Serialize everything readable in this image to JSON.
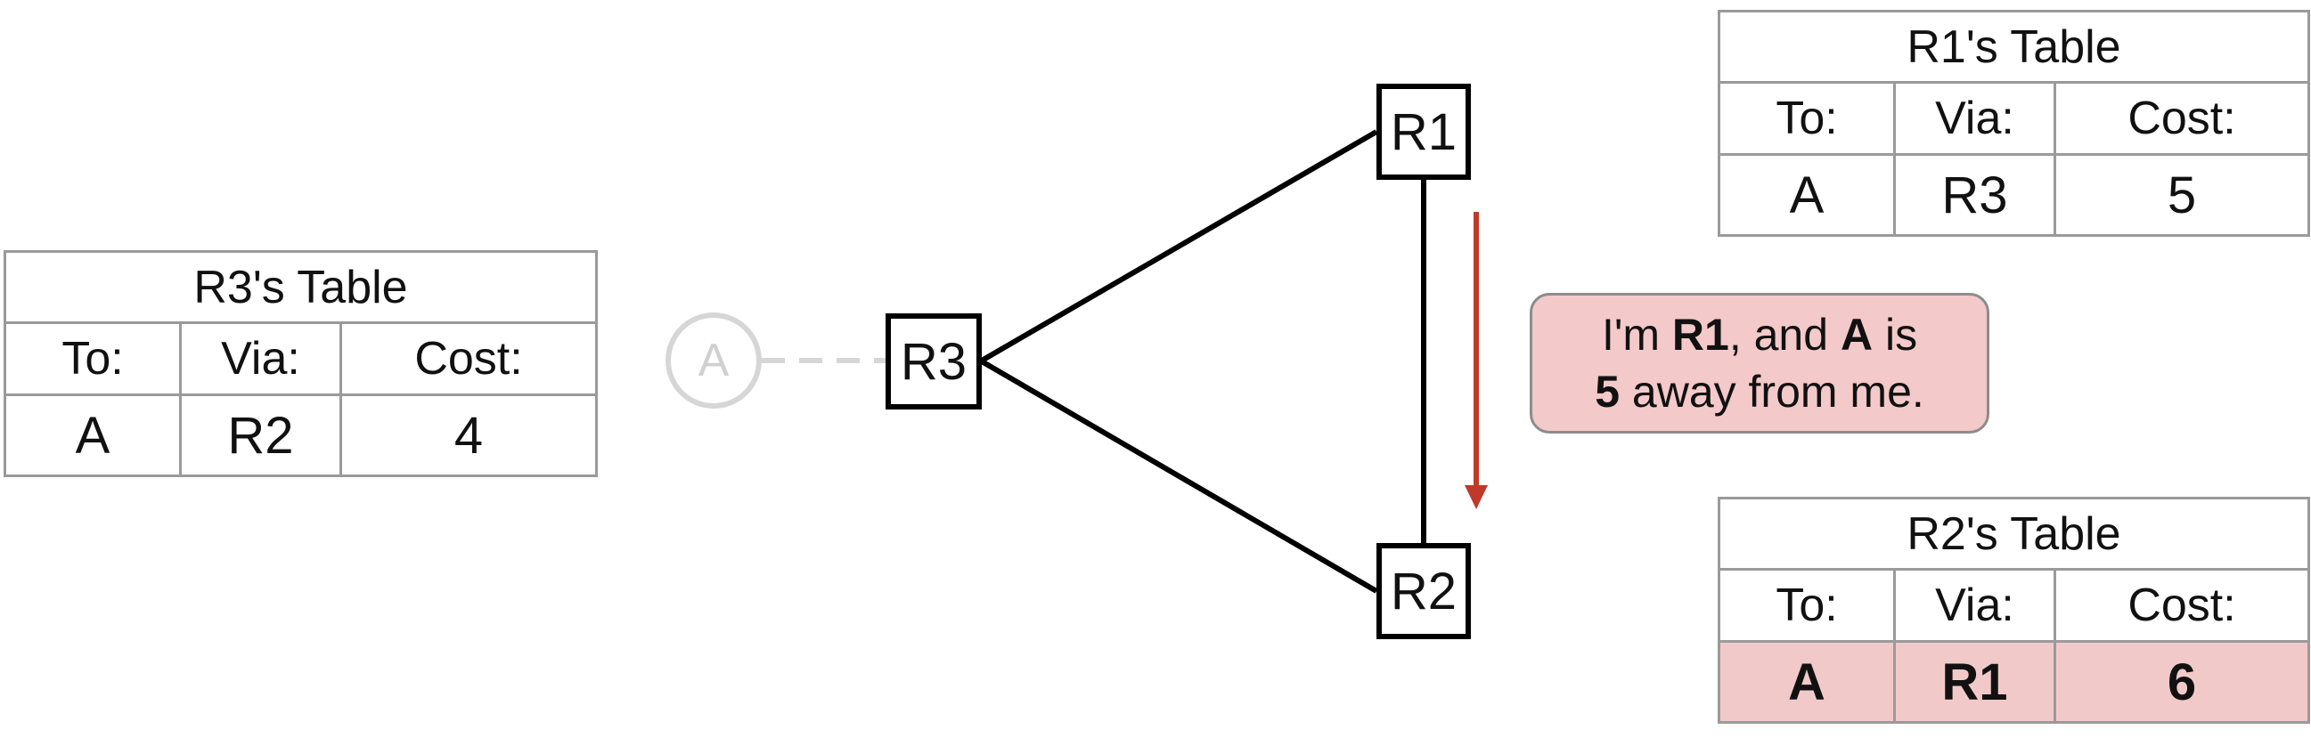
{
  "colors": {
    "link": "#000000",
    "arrow": "#c0392b",
    "highlight": "#f2c9c9",
    "faded": "#d6d6d6",
    "table_border": "#9a9a9a"
  },
  "host": {
    "label": "A"
  },
  "routers": [
    {
      "id": "r1",
      "label": "R1"
    },
    {
      "id": "r2",
      "label": "R2"
    },
    {
      "id": "r3",
      "label": "R3"
    }
  ],
  "message": {
    "part1": "I'm ",
    "router": "R1",
    "part2": ", and ",
    "dest": "A",
    "part3": " is",
    "cost": "5",
    "part4": " away from me."
  },
  "tables": {
    "r3": {
      "title": "R3's Table",
      "headers": [
        "To:",
        "Via:",
        "Cost:"
      ],
      "row": [
        "A",
        "R2",
        "4"
      ]
    },
    "r1": {
      "title": "R1's Table",
      "headers": [
        "To:",
        "Via:",
        "Cost:"
      ],
      "row": [
        "A",
        "R3",
        "5"
      ]
    },
    "r2": {
      "title": "R2's Table",
      "headers": [
        "To:",
        "Via:",
        "Cost:"
      ],
      "row": [
        "A",
        "R1",
        "6"
      ]
    }
  }
}
